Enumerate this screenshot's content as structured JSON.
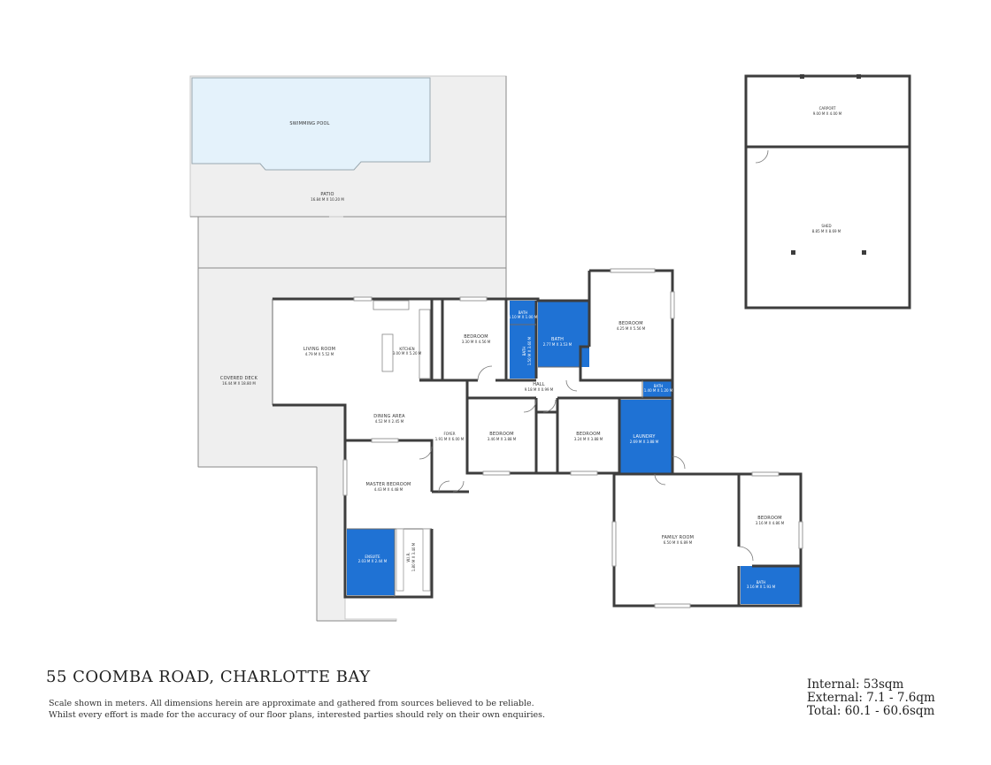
{
  "listing": {
    "address": "55 COOMBA ROAD, CHARLOTTE BAY",
    "disclaimer_line1": "Scale shown in meters. All dimensions herein are approximate and gathered from sources believed to be  reliable.",
    "disclaimer_line2": "Whilst every effort is made for the accuracy of our floor plans, interested parties should rely on their own enquiries.",
    "internal_area": "Internal: 53sqm",
    "external_area": "External: 7.1 - 7.6qm",
    "total_area": "Total: 60.1 - 60.6sqm"
  },
  "colors": {
    "wet_area": "#1f72d4",
    "pool_water": "#e4f2fb",
    "outdoor_floor": "#efefef",
    "wall": "#3d3d3d"
  },
  "rooms": {
    "swimming_pool": {
      "name": "SWIMMING POOL",
      "dim": ""
    },
    "patio": {
      "name": "PATIO",
      "dim": "16.84 M X 10.20 M"
    },
    "covered_deck": {
      "name": "COVERED DECK",
      "dim": "16.44 M X 18.80 M"
    },
    "living_room": {
      "name": "LIVING ROOM",
      "dim": "4.79 M X 5.52 M"
    },
    "kitchen": {
      "name": "KITCHEN",
      "dim": "3.00 M X 5.20 M"
    },
    "dining_area": {
      "name": "DINING AREA",
      "dim": "4.52 M X 2.45 M"
    },
    "foyer": {
      "name": "FOYER",
      "dim": "1.91 M X 6.00 M"
    },
    "master_bedroom": {
      "name": "MASTER BEDROOM",
      "dim": "4.43 M X 4.48 M"
    },
    "ensuite": {
      "name": "ENSUITE",
      "dim": "2.03 M X 2.44 M"
    },
    "wir": {
      "name": "W.I.R.",
      "dim": "1.80 M X 3.40 M"
    },
    "bedroom_1": {
      "name": "BEDROOM",
      "dim": "3.30 M X 4.56 M"
    },
    "bath_small": {
      "name": "BATH",
      "dim": "1.10 M X 1.00 M"
    },
    "bath_narrow": {
      "name": "BATH",
      "dim": "1.50 M X 3.60 M"
    },
    "bath_main": {
      "name": "BATH",
      "dim": "2.77 M X 3.53 M"
    },
    "bedroom_large": {
      "name": "BEDROOM",
      "dim": "4.25 M X 5.56 M"
    },
    "hall": {
      "name": "HALL",
      "dim": "9.18 M X 0.99 M"
    },
    "bath_hall": {
      "name": "BATH",
      "dim": "1.40 M X 1.20 M"
    },
    "bedroom_2": {
      "name": "BEDROOM",
      "dim": "3.46 M X 3.88 M"
    },
    "bedroom_3": {
      "name": "BEDROOM",
      "dim": "3.24 M X 3.88 M"
    },
    "laundry": {
      "name": "LAUNDRY",
      "dim": "2.69 M X 3.88 M"
    },
    "family_room": {
      "name": "FAMILY ROOM",
      "dim": "6.50 M X 6.89 M"
    },
    "bedroom_4": {
      "name": "BEDROOM",
      "dim": "3.16 M X 4.86 M"
    },
    "bath_family": {
      "name": "BATH",
      "dim": "3.16 M X 1.93 M"
    },
    "carport": {
      "name": "CARPORT",
      "dim": "9.00 M X 4.00 M"
    },
    "shed": {
      "name": "SHED",
      "dim": "8.85 M X 8.69 M"
    }
  }
}
